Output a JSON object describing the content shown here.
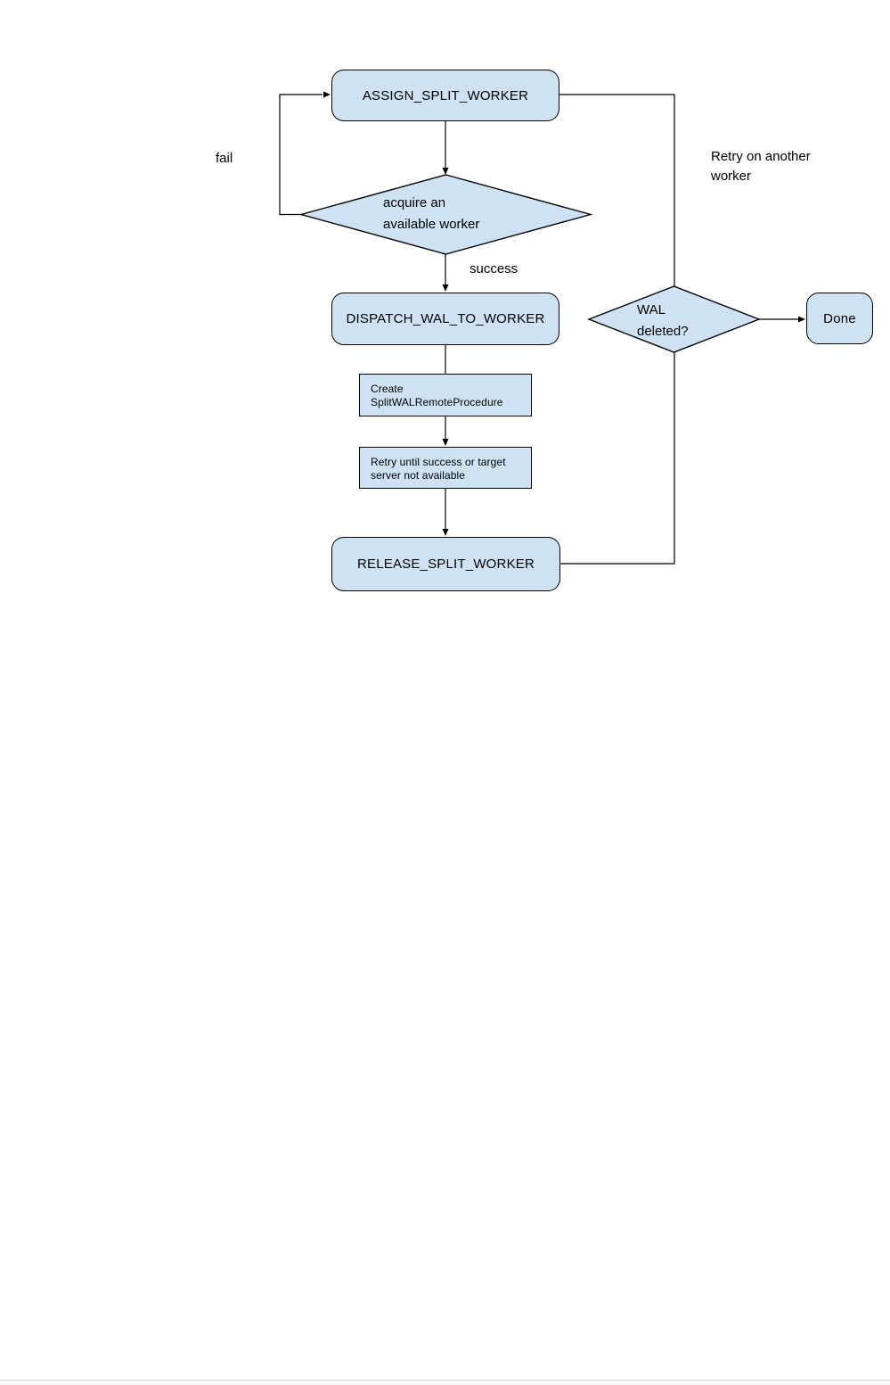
{
  "theme": {
    "node_fill": "#cfe2f3",
    "shape_border": "#000000",
    "wire_color": "#000000",
    "text_color": "#000000",
    "canvas_bg": "#ffffff",
    "footer_line": "#d9d9d9",
    "footer_fill": "#f8f8f8"
  },
  "nodes": {
    "assign": {
      "label": "ASSIGN_SPLIT_WORKER"
    },
    "acquire": {
      "line1": "acquire an",
      "line2": "available worker"
    },
    "dispatch": {
      "label": "DISPATCH_WAL_TO_WORKER"
    },
    "create_note": {
      "line1": "Create",
      "line2": "SplitWALRemoteProcedure"
    },
    "retry_note": {
      "line1": "Retry until success or target",
      "line2": "server not available"
    },
    "release": {
      "label": "RELEASE_SPLIT_WORKER"
    },
    "wal_deleted": {
      "line1": "WAL",
      "line2": "deleted?"
    },
    "done": {
      "label": "Done"
    }
  },
  "edge_labels": {
    "fail": "fail",
    "success": "success",
    "retry_line1": "Retry on another",
    "retry_line2": "worker"
  }
}
